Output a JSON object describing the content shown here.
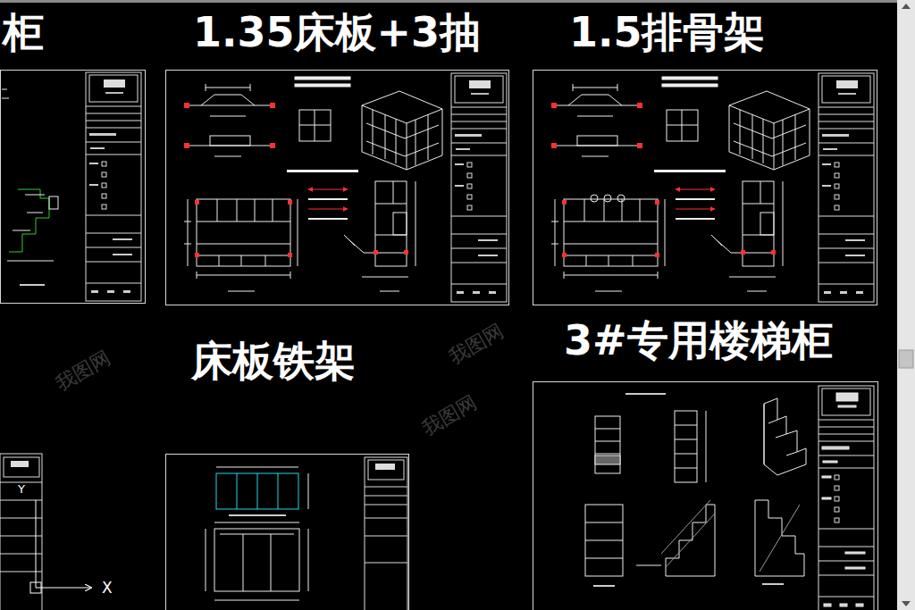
{
  "diagram": {
    "nodes": [
      {
        "text": [
          "柜"
        ]
      },
      {
        "text": [
          "1.35床板+3抽"
        ]
      },
      {
        "text": [
          "1.5排骨架"
        ]
      },
      {
        "text": [
          "床板铁架"
        ]
      },
      {
        "text": [
          "3#专用楼梯柜"
        ]
      }
    ],
    "labels": [
      "Y",
      "X",
      "我图网",
      "我图网",
      "我图网"
    ]
  }
}
